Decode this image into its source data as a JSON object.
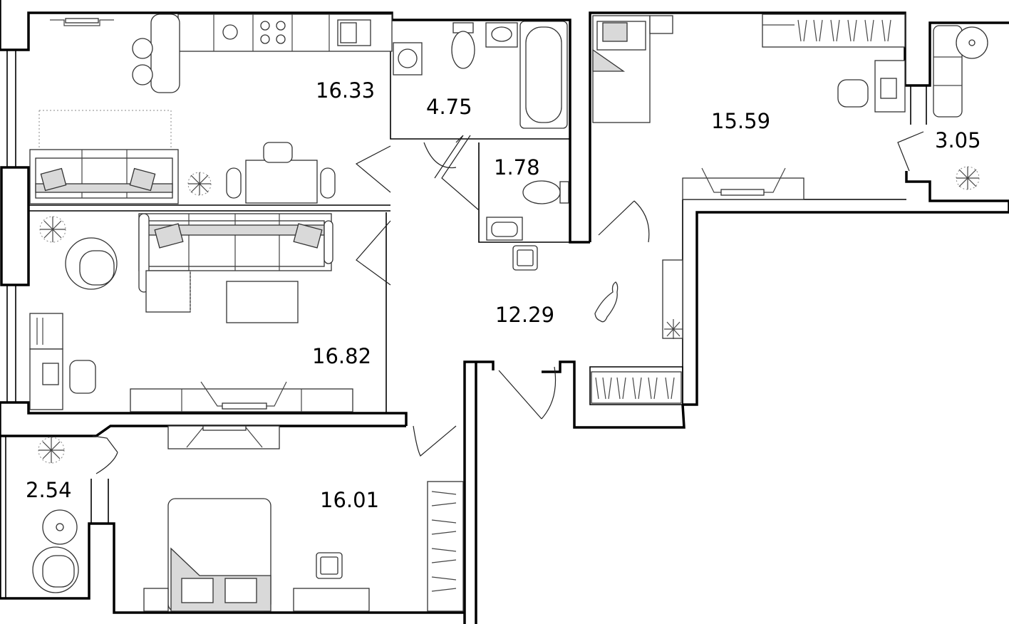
{
  "rooms": {
    "kitchen_living": {
      "area": "16.33"
    },
    "bathroom": {
      "area": "4.75"
    },
    "toilet": {
      "area": "1.78"
    },
    "bedroom_right": {
      "area": "15.59"
    },
    "balcony_right": {
      "area": "3.05"
    },
    "living_room": {
      "area": "16.82"
    },
    "hallway": {
      "area": "12.29"
    },
    "balcony_left": {
      "area": "2.54"
    },
    "bedroom_bottom": {
      "area": "16.01"
    }
  },
  "colors": {
    "wall": "#000000",
    "furniture_fill": "#d9d9d9",
    "background": "#ffffff"
  }
}
